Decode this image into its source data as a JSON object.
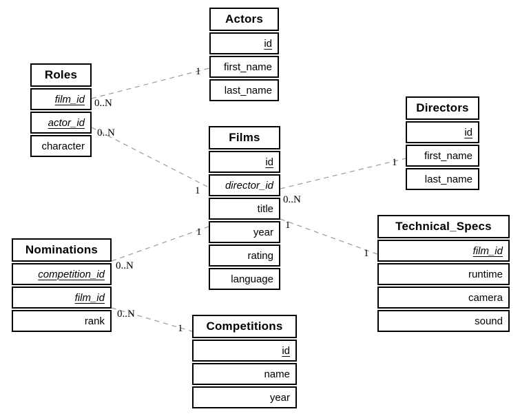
{
  "diagram_type": "entity-relationship",
  "colors": {
    "background": "#ffffff",
    "table_border": "#000000",
    "table_background": "#ffffff",
    "text": "#000000",
    "relationship_line": "#999999",
    "cardinality_text": "#000000"
  },
  "tables": {
    "roles": {
      "title": "Roles",
      "columns": [
        {
          "name": "film_id",
          "key": "primary-foreign"
        },
        {
          "name": "actor_id",
          "key": "primary-foreign"
        },
        {
          "name": "character",
          "key": "none"
        }
      ]
    },
    "actors": {
      "title": "Actors",
      "columns": [
        {
          "name": "id",
          "key": "primary"
        },
        {
          "name": "first_name",
          "key": "none"
        },
        {
          "name": "last_name",
          "key": "none"
        }
      ]
    },
    "films": {
      "title": "Films",
      "columns": [
        {
          "name": "id",
          "key": "primary"
        },
        {
          "name": "director_id",
          "key": "foreign"
        },
        {
          "name": "title",
          "key": "none"
        },
        {
          "name": "year",
          "key": "none"
        },
        {
          "name": "rating",
          "key": "none"
        },
        {
          "name": "language",
          "key": "none"
        }
      ]
    },
    "directors": {
      "title": "Directors",
      "columns": [
        {
          "name": "id",
          "key": "primary"
        },
        {
          "name": "first_name",
          "key": "none"
        },
        {
          "name": "last_name",
          "key": "none"
        }
      ]
    },
    "nominations": {
      "title": "Nominations",
      "columns": [
        {
          "name": "competition_id",
          "key": "primary-foreign"
        },
        {
          "name": "film_id",
          "key": "primary-foreign"
        },
        {
          "name": "rank",
          "key": "none"
        }
      ]
    },
    "technical_specs": {
      "title": "Technical_Specs",
      "columns": [
        {
          "name": "film_id",
          "key": "primary-foreign"
        },
        {
          "name": "runtime",
          "key": "none"
        },
        {
          "name": "camera",
          "key": "none"
        },
        {
          "name": "sound",
          "key": "none"
        }
      ]
    },
    "competitions": {
      "title": "Competitions",
      "columns": [
        {
          "name": "id",
          "key": "primary"
        },
        {
          "name": "name",
          "key": "none"
        },
        {
          "name": "year",
          "key": "none"
        }
      ]
    }
  },
  "relationships": [
    {
      "from": "Roles",
      "to": "Actors",
      "from_card": "0..N",
      "to_card": "1"
    },
    {
      "from": "Roles",
      "to": "Films",
      "from_card": "0..N",
      "to_card": "1"
    },
    {
      "from": "Films",
      "to": "Directors",
      "from_card": "0..N",
      "to_card": "1"
    },
    {
      "from": "Films",
      "to": "Technical_Specs",
      "from_card": "1",
      "to_card": "1"
    },
    {
      "from": "Nominations",
      "to": "Films",
      "from_card": "0..N",
      "to_card": "1"
    },
    {
      "from": "Nominations",
      "to": "Competitions",
      "from_card": "0..N",
      "to_card": "1"
    }
  ]
}
